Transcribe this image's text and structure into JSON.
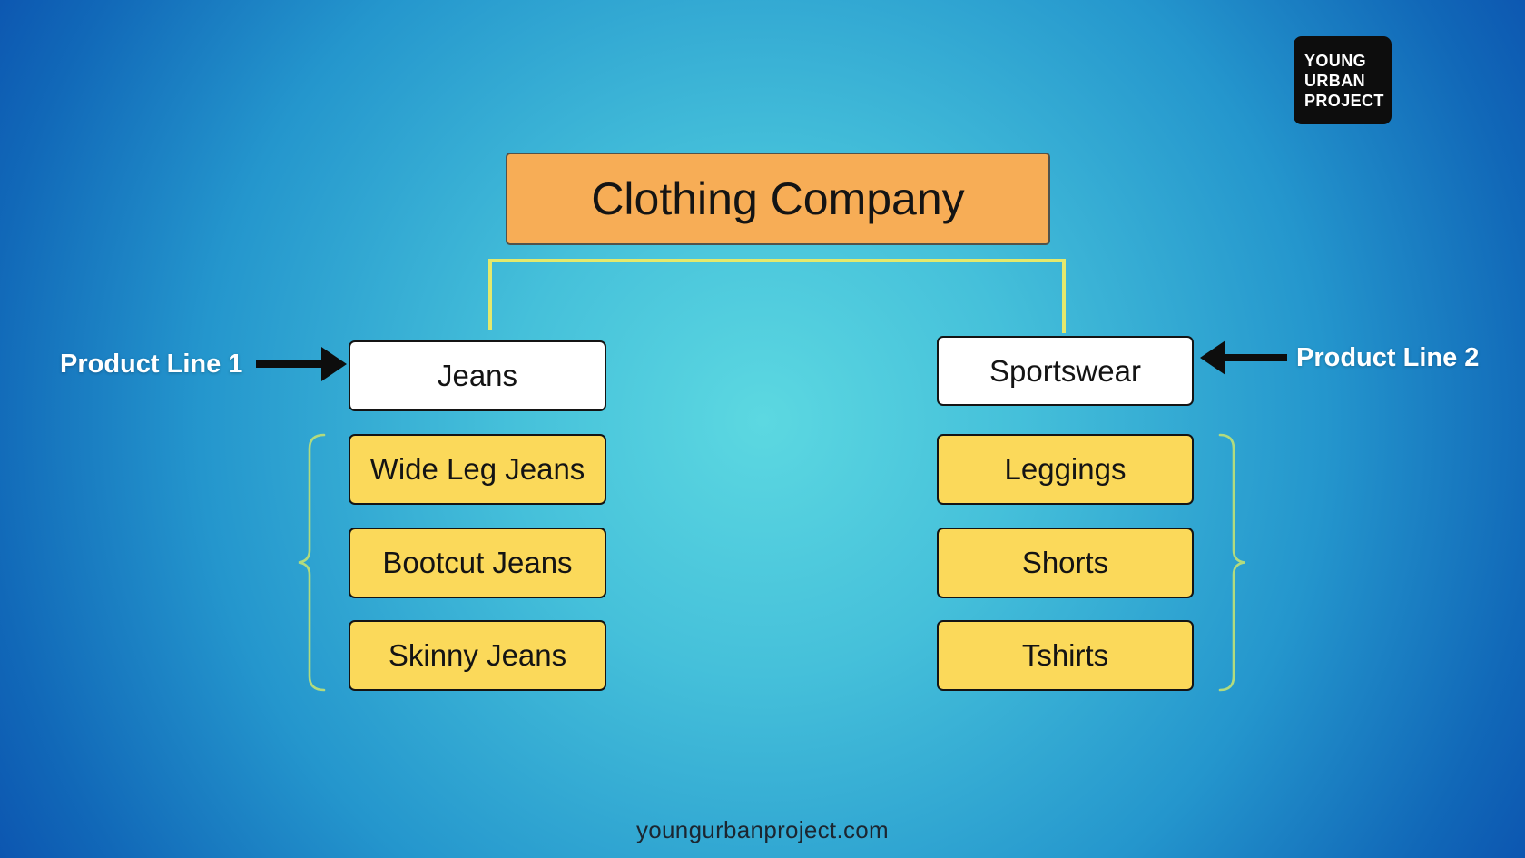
{
  "logo": {
    "lines": [
      "YOUNG",
      "URBAN",
      "PROJECT"
    ]
  },
  "title": "Clothing Company",
  "product_lines": [
    {
      "label": "Product Line 1",
      "parent": "Jeans",
      "items": [
        "Wide Leg Jeans",
        "Bootcut Jeans",
        "Skinny Jeans"
      ]
    },
    {
      "label": "Product Line 2",
      "parent": "Sportswear",
      "items": [
        "Leggings",
        "Shorts",
        "Tshirts"
      ]
    }
  ],
  "footer": "youngurbanproject.com",
  "colors": {
    "background_center": "#5cd8e1",
    "background_edge": "#0b51ae",
    "title_fill": "#f7ad56",
    "item_fill": "#fbd95a",
    "node_border": "#141414",
    "connector": "#e4e96c",
    "brace": "#b2db7e",
    "arrow": "#0d0d0d",
    "label_text": "#ffffff",
    "footer_text": "#1c2630",
    "logo_bg": "#0d0d0d",
    "logo_text": "#ffffff"
  }
}
